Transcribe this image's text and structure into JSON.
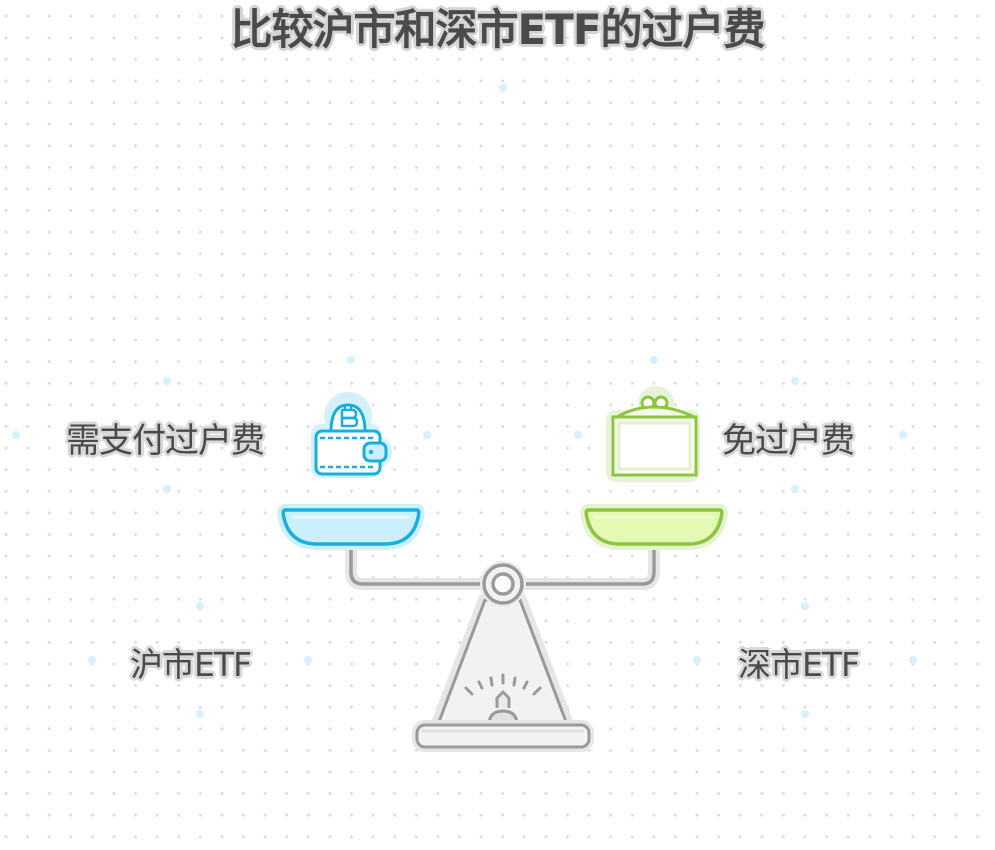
{
  "title": "比较沪市和深市ETF的过户费",
  "left": {
    "fee_label": "需支付过户费",
    "market_label": "沪市ETF",
    "icon": "bitcoin-wallet-icon",
    "color": "#1aaedf",
    "fill_color": "#c9f0fc"
  },
  "right": {
    "fee_label": "免过户费",
    "market_label": "深市ETF",
    "icon": "coin-purse-icon",
    "color": "#8cc63f",
    "fill_color": "#e4f9b3"
  },
  "scale": {
    "icon": "balance-scale-icon",
    "color": "#9a9a9a"
  },
  "background": {
    "pattern": "dot-grid",
    "dot_color": "#dcdcdc"
  }
}
